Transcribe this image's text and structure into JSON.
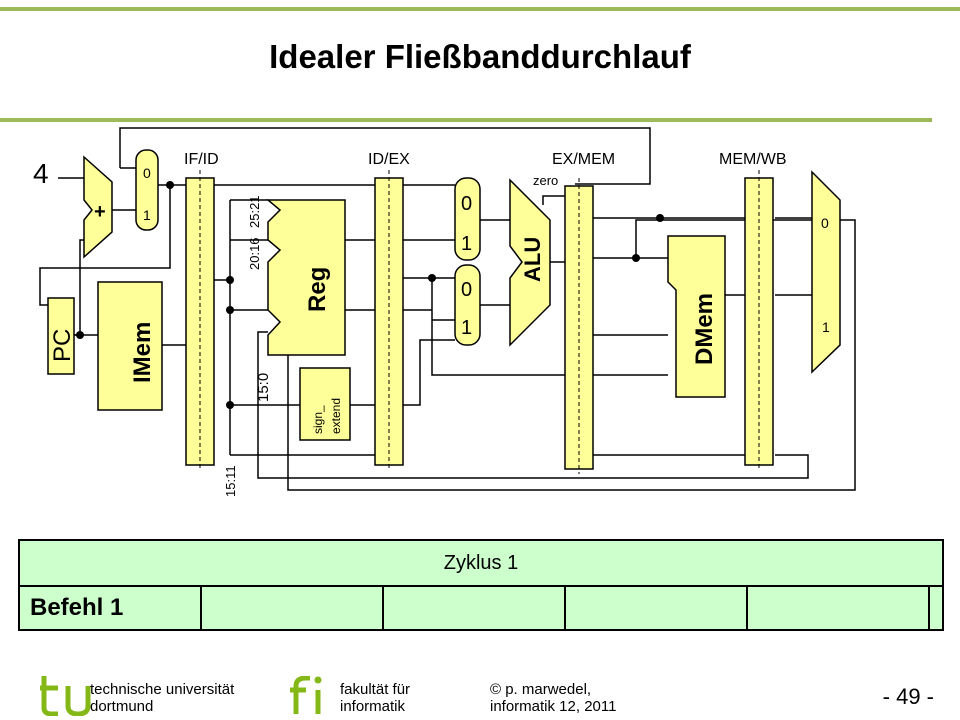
{
  "slide": {
    "title": "Idealer Fließbanddurchlauf",
    "page_number": "- 49 -"
  },
  "diagram": {
    "constant_four": "4",
    "adder": "+",
    "pc": "PC",
    "imem": "IMem",
    "reg": "Reg",
    "alu": "ALU",
    "dmem": "DMem",
    "sign_extend": [
      "sign_",
      "extend"
    ],
    "zero": "zero",
    "pipeline_registers": [
      "IF/ID",
      "ID/EX",
      "EX/MEM",
      "MEM/WB"
    ],
    "bit_fields": [
      "25:21",
      "20:16",
      "15:0",
      "15:11"
    ],
    "mux_labels": {
      "pc_mux": [
        "0",
        "1"
      ],
      "alu_a_mux": [
        "0",
        "1"
      ],
      "alu_b_mux": [
        "0",
        "1"
      ],
      "wb_mux": [
        "0",
        "1"
      ]
    }
  },
  "cycle_table": {
    "header": "Zyklus 1",
    "rows": [
      {
        "label": "Befehl 1",
        "cells": [
          "",
          "",
          "",
          "",
          ""
        ]
      }
    ]
  },
  "footer": {
    "university": [
      "technische universität",
      "dortmund"
    ],
    "faculty": [
      "fakultät für",
      "informatik"
    ],
    "author": [
      "© p. marwedel,",
      "informatik 12,  2011"
    ]
  },
  "colors": {
    "accent_green": "#9bbb59",
    "component_fill": "#ffff99",
    "table_fill": "#ccffcc",
    "logo_green": "#84b817"
  }
}
